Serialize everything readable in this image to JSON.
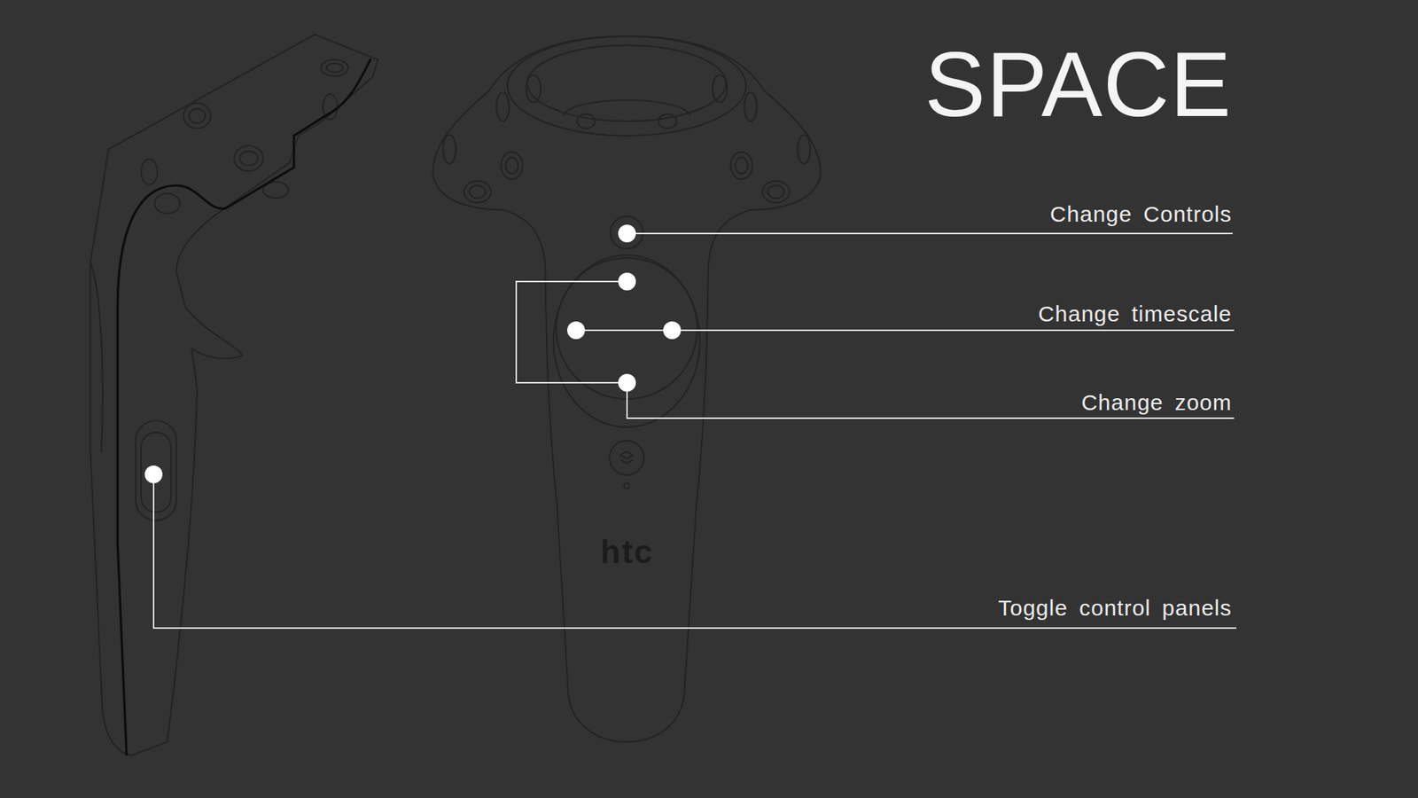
{
  "diagram": {
    "title": "SPACE",
    "labels": [
      "Change Controls",
      "Change timescale",
      "Change zoom",
      "Toggle control panels",
      "htc"
    ]
  }
}
